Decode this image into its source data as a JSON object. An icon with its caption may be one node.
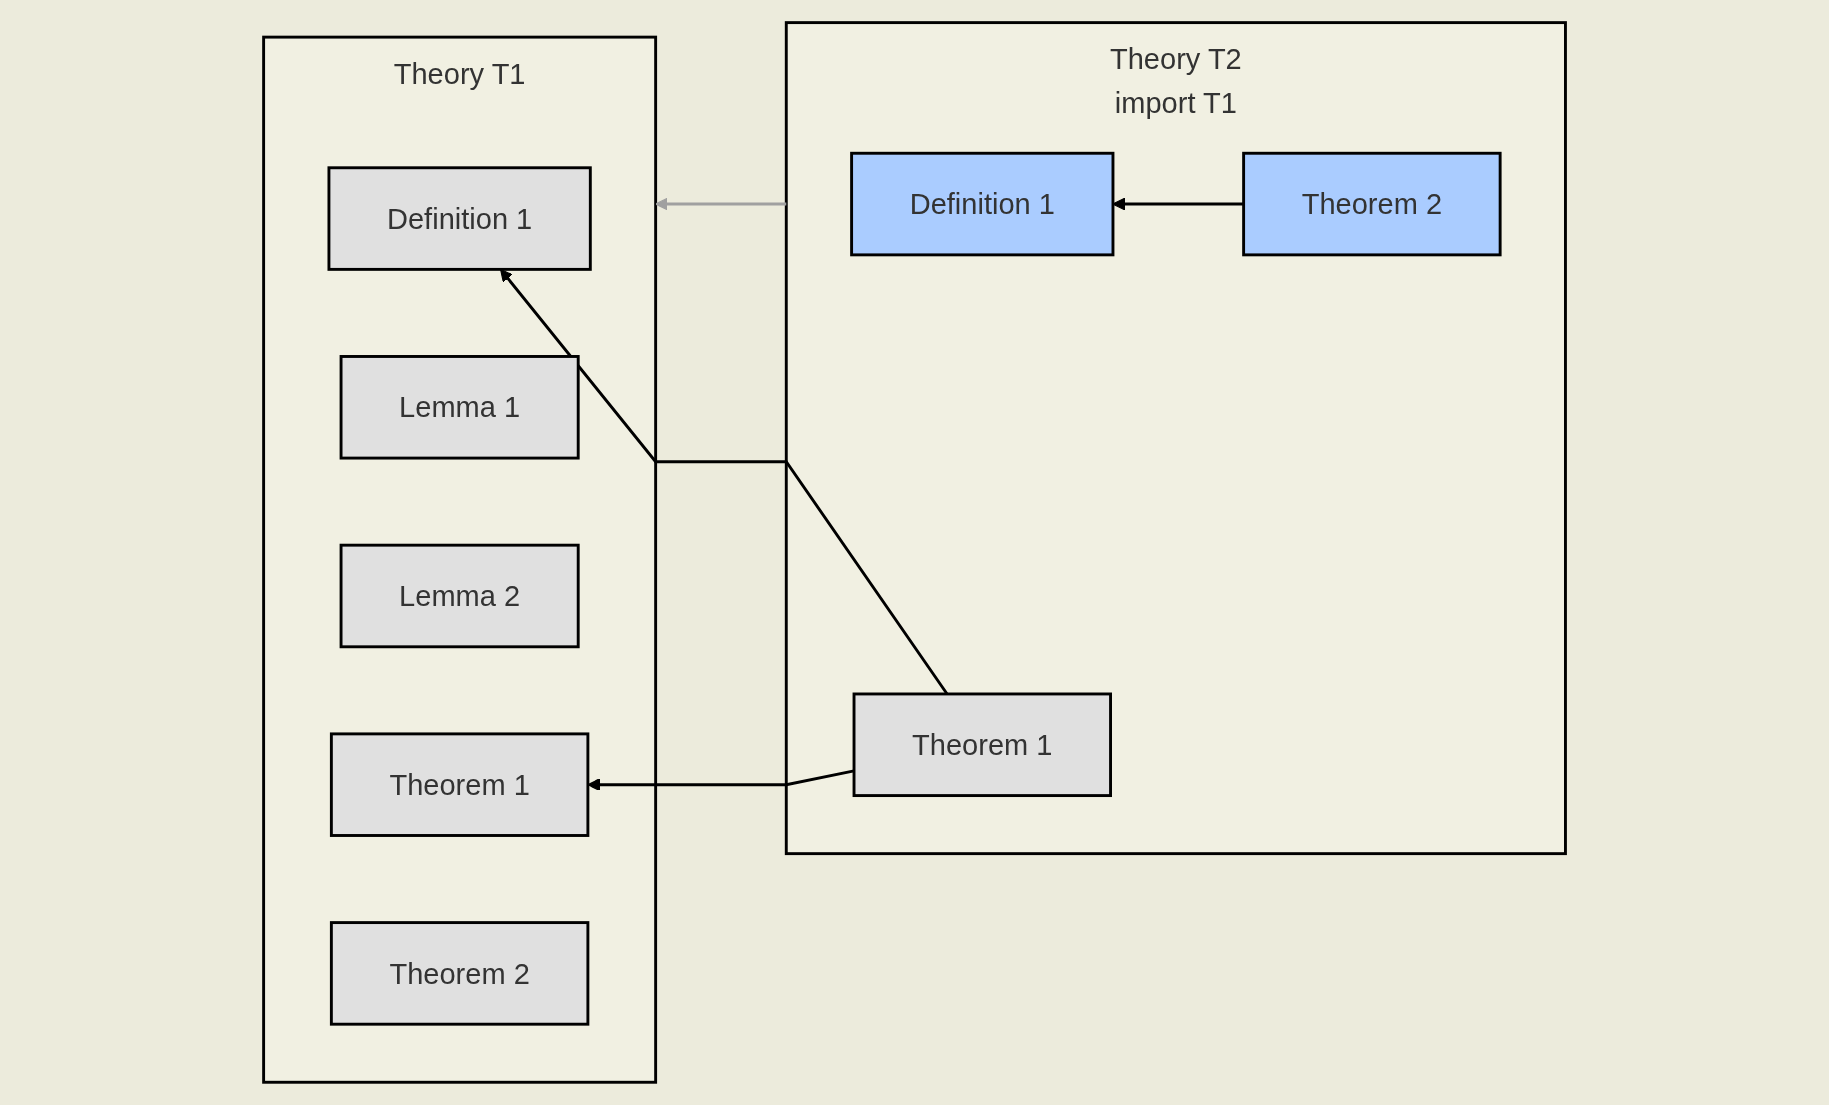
{
  "diagram": {
    "nodes": [
      {
        "text": [
          "Theory T1"
        ]
      },
      {
        "text": [
          "Definition 1"
        ],
        "in": 0
      },
      {
        "text": [
          "Lemma 1"
        ],
        "in": 0
      },
      {
        "text": [
          "Lemma 2"
        ],
        "in": 0
      },
      {
        "text": [
          "Theorem 1"
        ],
        "in": 0
      },
      {
        "text": [
          "Theorem 2"
        ],
        "in": 0
      },
      {
        "text": [
          "Theory T2",
          "import T1"
        ]
      },
      {
        "text": [
          "Definition 1"
        ],
        "in": 6
      },
      {
        "text": [
          "Theorem 1"
        ],
        "in": 6
      },
      {
        "text": [
          "Theorem 2"
        ],
        "in": 6
      }
    ],
    "edges": [
      {
        "from": 6,
        "to": 0,
        "arrow": "to",
        "color": "#a0a0a0"
      },
      {
        "from": 8,
        "to": 1,
        "arrow": "to"
      },
      {
        "from": 8,
        "to": 4,
        "arrow": "to"
      },
      {
        "from": 9,
        "to": 7,
        "arrow": "to"
      }
    ]
  }
}
